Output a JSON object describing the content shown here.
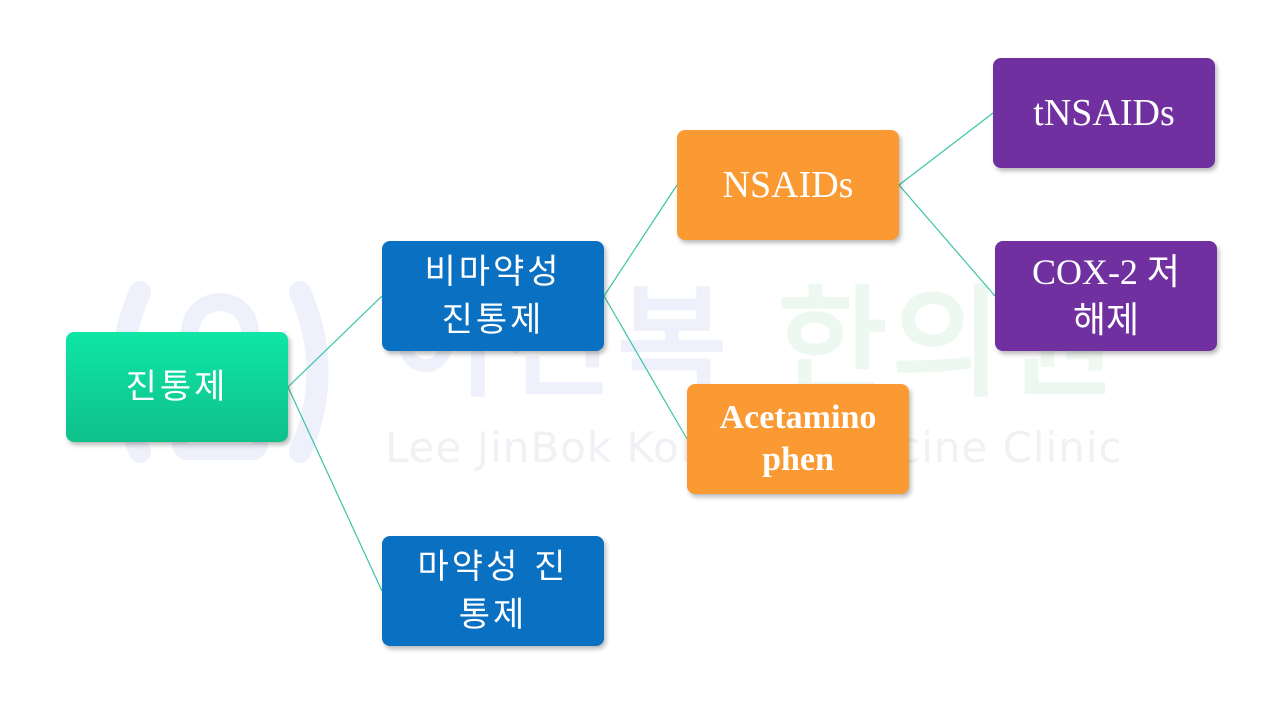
{
  "watermark": {
    "korean_part1": "이진복",
    "korean_part2": "한의원",
    "english": "Lee JinBok Korean Medicine Clinic"
  },
  "nodes": {
    "root": {
      "label": "진통제"
    },
    "non_opioid": {
      "line1": "비마약성",
      "line2": "진통제"
    },
    "opioid": {
      "line1": "마약성 진",
      "line2": "통제"
    },
    "nsaids": {
      "label": "NSAIDs"
    },
    "acetaminophen": {
      "line1": "Acetamino",
      "line2": "phen"
    },
    "tnsaids": {
      "label": "tNSAIDs"
    },
    "cox2": {
      "line1": "COX-2 저",
      "line2": "해제"
    }
  },
  "colors": {
    "root": "#10d698",
    "level1": "#0a70c2",
    "level2": "#fb9a33",
    "level3": "#7030a0",
    "connector": "#3cc4a8"
  }
}
